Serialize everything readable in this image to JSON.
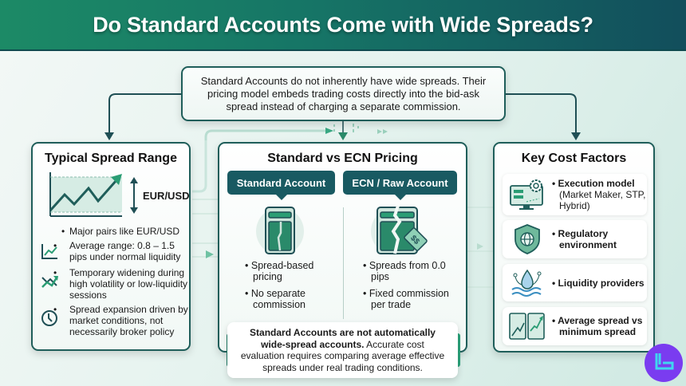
{
  "header": {
    "title": "Do Standard Accounts Come with Wide Spreads?"
  },
  "intro": {
    "text": "Standard Accounts do not inherently have wide spreads. Their pricing model embeds trading costs directly into the bid-ask spread instead of charging a separate commission."
  },
  "left_card": {
    "title": "Typical Spread Range",
    "pair_label": "EUR/USD",
    "bullets": [
      {
        "icon": "none",
        "text": "Major pairs like EUR/USD"
      },
      {
        "icon": "line-chart-icon",
        "text": "Average range: 0.8 – 1.5 pips under normal liquidity"
      },
      {
        "icon": "volatility-arrows-icon",
        "text": "Temporary widening during high volatility or low-liquidity sessions"
      },
      {
        "icon": "clock-icon",
        "text": "Spread expansion driven by market conditions, not necessarily broker policy"
      }
    ]
  },
  "mid_card": {
    "title": "Standard vs ECN Pricing",
    "standard": {
      "label": "Standard Account",
      "icon": "intact-document-icon",
      "bullets": [
        "Spread-based pricing",
        "No separate commission"
      ]
    },
    "ecn": {
      "label": "ECN / Raw Account",
      "icon": "split-document-price-tag-icon",
      "bullets": [
        "Spreads from 0.0 pips",
        "Fixed commission per trade"
      ]
    }
  },
  "note": {
    "bold": "Standard Accounts are not automatically wide-spread accounts.",
    "text": " Accurate cost evaluation requires comparing average effective spreads under real trading conditions."
  },
  "right_card": {
    "title": "Key Cost Factors",
    "factors": [
      {
        "icon": "monitor-gear-icon",
        "label": "Execution model",
        "sub": "(Market Maker, STP, Hybrid)"
      },
      {
        "icon": "shield-globe-icon",
        "label": "Regulatory environment",
        "sub": ""
      },
      {
        "icon": "water-drop-icon",
        "label": "Liquidity providers",
        "sub": ""
      },
      {
        "icon": "dual-chart-icon",
        "label": "Average spread vs minimum spread",
        "sub": ""
      }
    ]
  },
  "colors": {
    "header_start": "#1c8a66",
    "header_end": "#124e5c",
    "border": "#1f5e5a",
    "pill": "#195a62",
    "accent_green": "#2a9d74",
    "logo": "#7a3cf0"
  }
}
